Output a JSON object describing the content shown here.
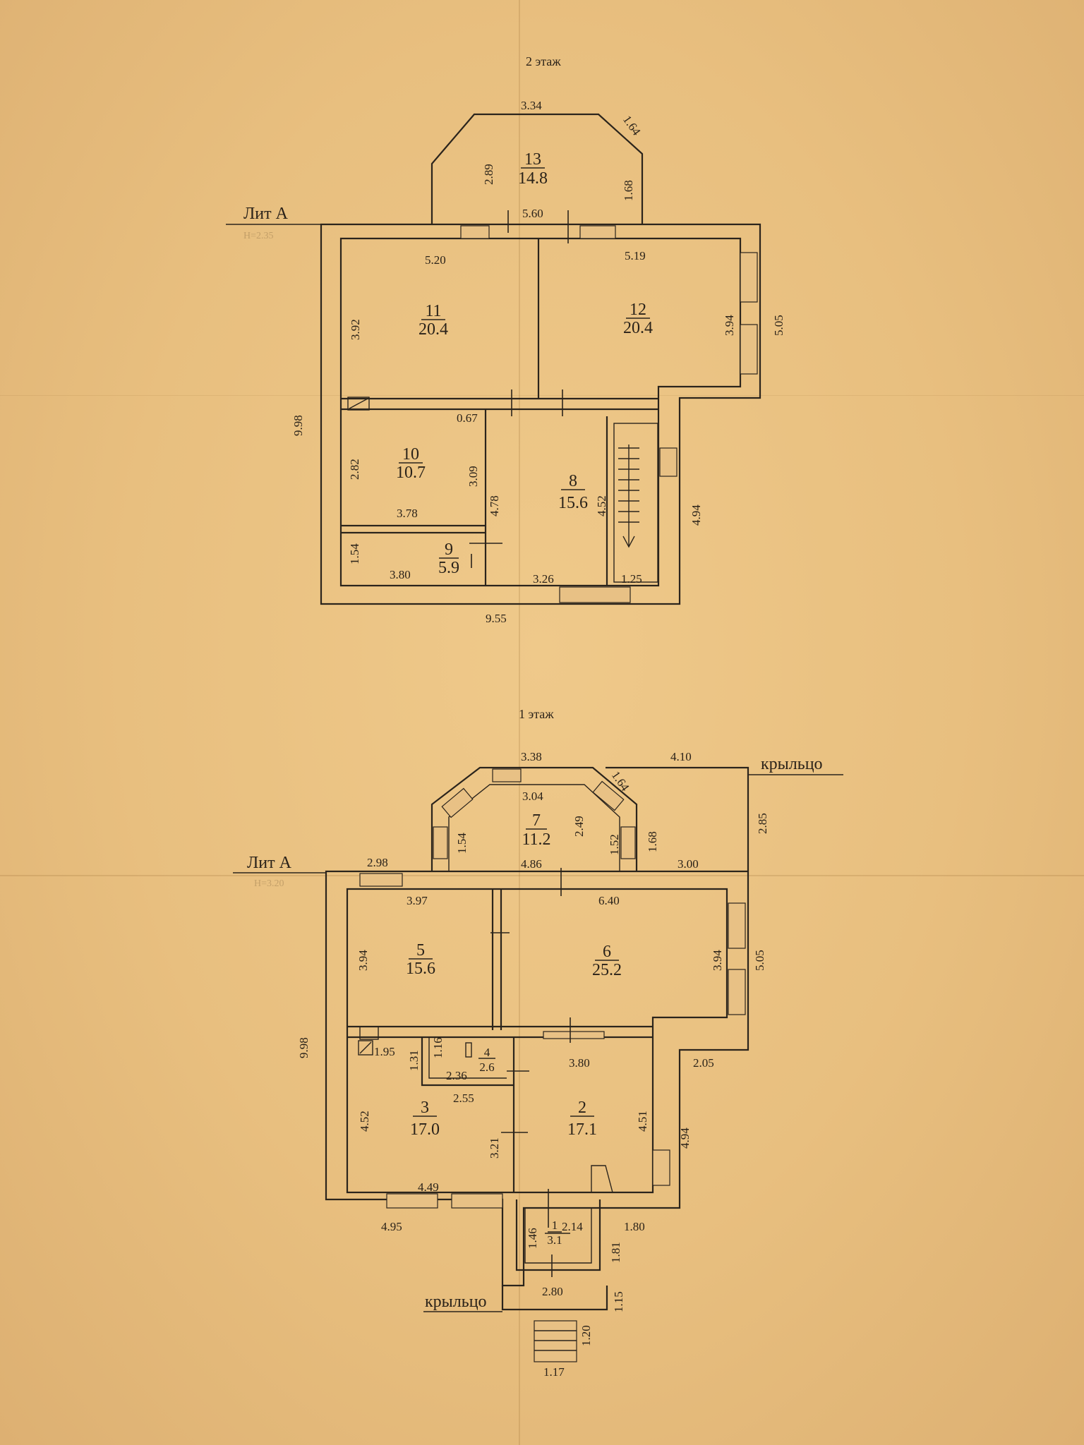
{
  "floor2": {
    "title": "2 этаж",
    "lit": "Лит А",
    "rooms": [
      {
        "num": "13",
        "area": "14.8"
      },
      {
        "num": "11",
        "area": "20.4"
      },
      {
        "num": "12",
        "area": "20.4"
      },
      {
        "num": "10",
        "area": "10.7"
      },
      {
        "num": "9",
        "area": "5.9"
      },
      {
        "num": "8",
        "area": "15.6"
      }
    ],
    "dims": [
      "3.34",
      "1.64",
      "2.89",
      "1.68",
      "5.60",
      "5.20",
      "5.19",
      "3.92",
      "3.94",
      "5.05",
      "9.98",
      "0.67",
      "2.82",
      "3.09",
      "4.78",
      "4.52",
      "4.94",
      "3.78",
      "1.54",
      "3.80",
      "3.26",
      "1.25",
      "9.55"
    ]
  },
  "floor1": {
    "title": "1 этаж",
    "lit": "Лит А",
    "porch_top": "крыльцо",
    "porch_bottom": "крыльцо",
    "rooms": [
      {
        "num": "7",
        "area": "11.2"
      },
      {
        "num": "5",
        "area": "15.6"
      },
      {
        "num": "6",
        "area": "25.2"
      },
      {
        "num": "4",
        "area": "2.6"
      },
      {
        "num": "3",
        "area": "17.0"
      },
      {
        "num": "2",
        "area": "17.1"
      },
      {
        "num": "1",
        "area": "3.1"
      }
    ],
    "dims": [
      "3.38",
      "4.10",
      "1.64",
      "3.04",
      "2.49",
      "1.54",
      "1.52",
      "1.68",
      "2.85",
      "2.98",
      "4.86",
      "3.00",
      "3.97",
      "6.40",
      "3.94",
      "3.94",
      "5.05",
      "9.98",
      "1.95",
      "1.31",
      "1.16",
      "2.36",
      "3.80",
      "2.05",
      "2.55",
      "4.52",
      "3.21",
      "4.51",
      "4.94",
      "4.49",
      "4.95",
      "2.14",
      "1.80",
      "1.46",
      "1.81",
      "2.80",
      "1.15",
      "1.20",
      "1.17"
    ]
  }
}
